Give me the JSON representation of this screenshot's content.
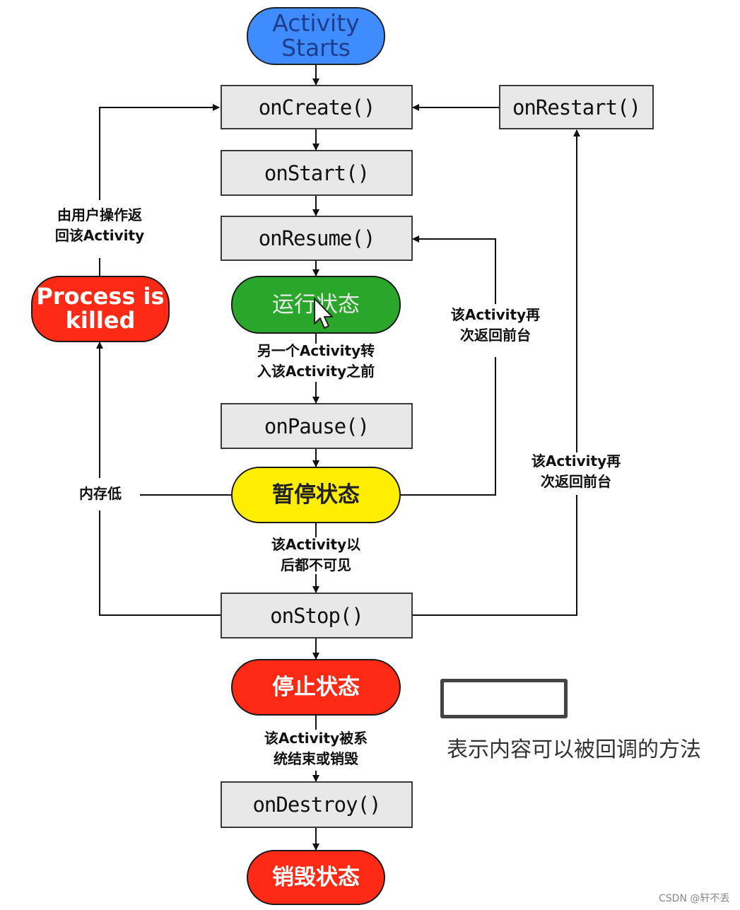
{
  "states": {
    "activity_starts": {
      "line1": "Activity",
      "line2": "Starts",
      "color": "#3f8cff"
    },
    "running": {
      "label": "运行状态",
      "color": "#2aa72a"
    },
    "paused": {
      "label": "暂停状态",
      "color": "#ffee00"
    },
    "stopped": {
      "label": "停止状态",
      "color": "#ff2a16"
    },
    "destroyed": {
      "label": "销毁状态",
      "color": "#ff2a16"
    },
    "process_killed": {
      "line1": "Process is",
      "line2": "killed",
      "color": "#ff2a16"
    }
  },
  "callbacks": {
    "on_create": "onCreate()",
    "on_start": "onStart()",
    "on_resume": "onResume()",
    "on_pause": "onPause()",
    "on_stop": "onStop()",
    "on_destroy": "onDestroy()",
    "on_restart": "onRestart()"
  },
  "transitions": {
    "user_return": {
      "line1": "由用户操作返",
      "line2": "回该Activity"
    },
    "another_activity": {
      "line1": "另一个Activity转",
      "line2": "入该Activity之前"
    },
    "back_to_front_1": {
      "line1": "该Activity再",
      "line2": "次返回前台"
    },
    "low_memory": "内存低",
    "back_to_front_2": {
      "line1": "该Activity再",
      "line2": "次返回前台"
    },
    "invisible": {
      "line1": "该Activity以",
      "line2": "后都不可见"
    },
    "finished": {
      "line1": "该Activity被系",
      "line2": "统结束或销毁"
    }
  },
  "legend": {
    "text": "表示内容可以被回调的方法"
  },
  "watermark": "CSDN @轩不丢"
}
